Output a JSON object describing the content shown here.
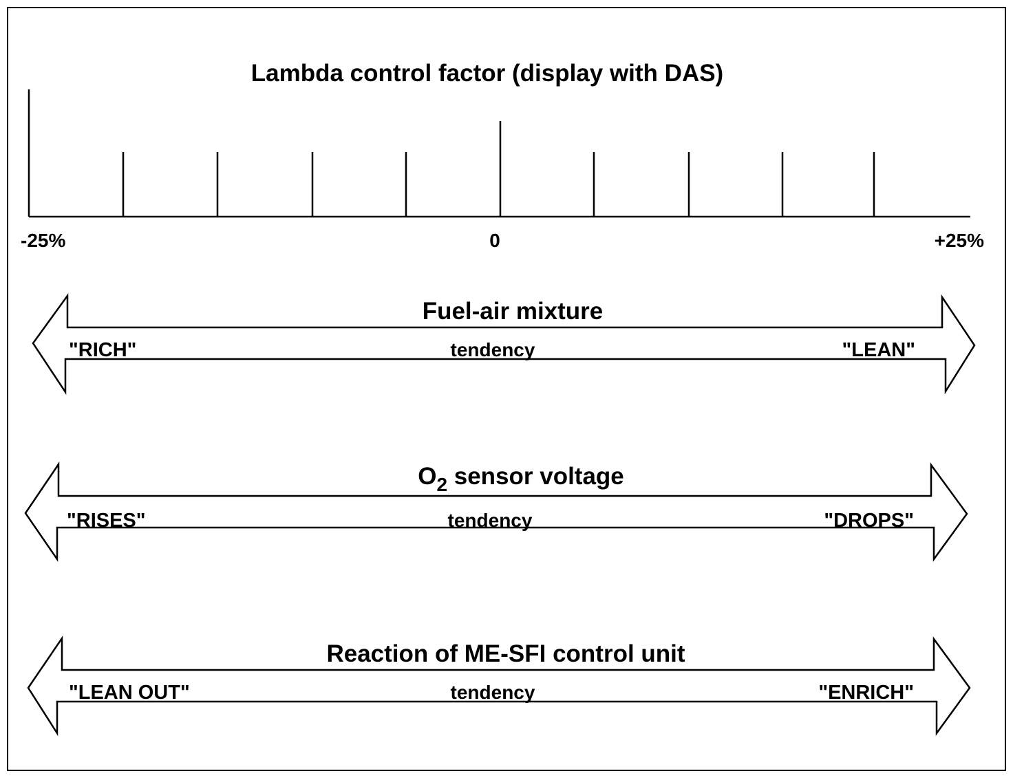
{
  "diagram": {
    "scale": {
      "title": "Lambda control factor (display with DAS)",
      "min_label": "-25%",
      "mid_label": "0",
      "max_label": "+25%"
    },
    "arrows": [
      {
        "title": "Fuel-air mixture",
        "left": "\"RICH\"",
        "middle": "tendency",
        "right": "\"LEAN\""
      },
      {
        "title_main": "O",
        "title_sub": "2",
        "title_rest": " sensor voltage",
        "left": "\"RISES\"",
        "middle": "tendency",
        "right": "\"DROPS\""
      },
      {
        "title": "Reaction of ME-SFI control unit",
        "left": "\"LEAN OUT\"",
        "middle": "tendency",
        "right": "\"ENRICH\""
      }
    ]
  }
}
